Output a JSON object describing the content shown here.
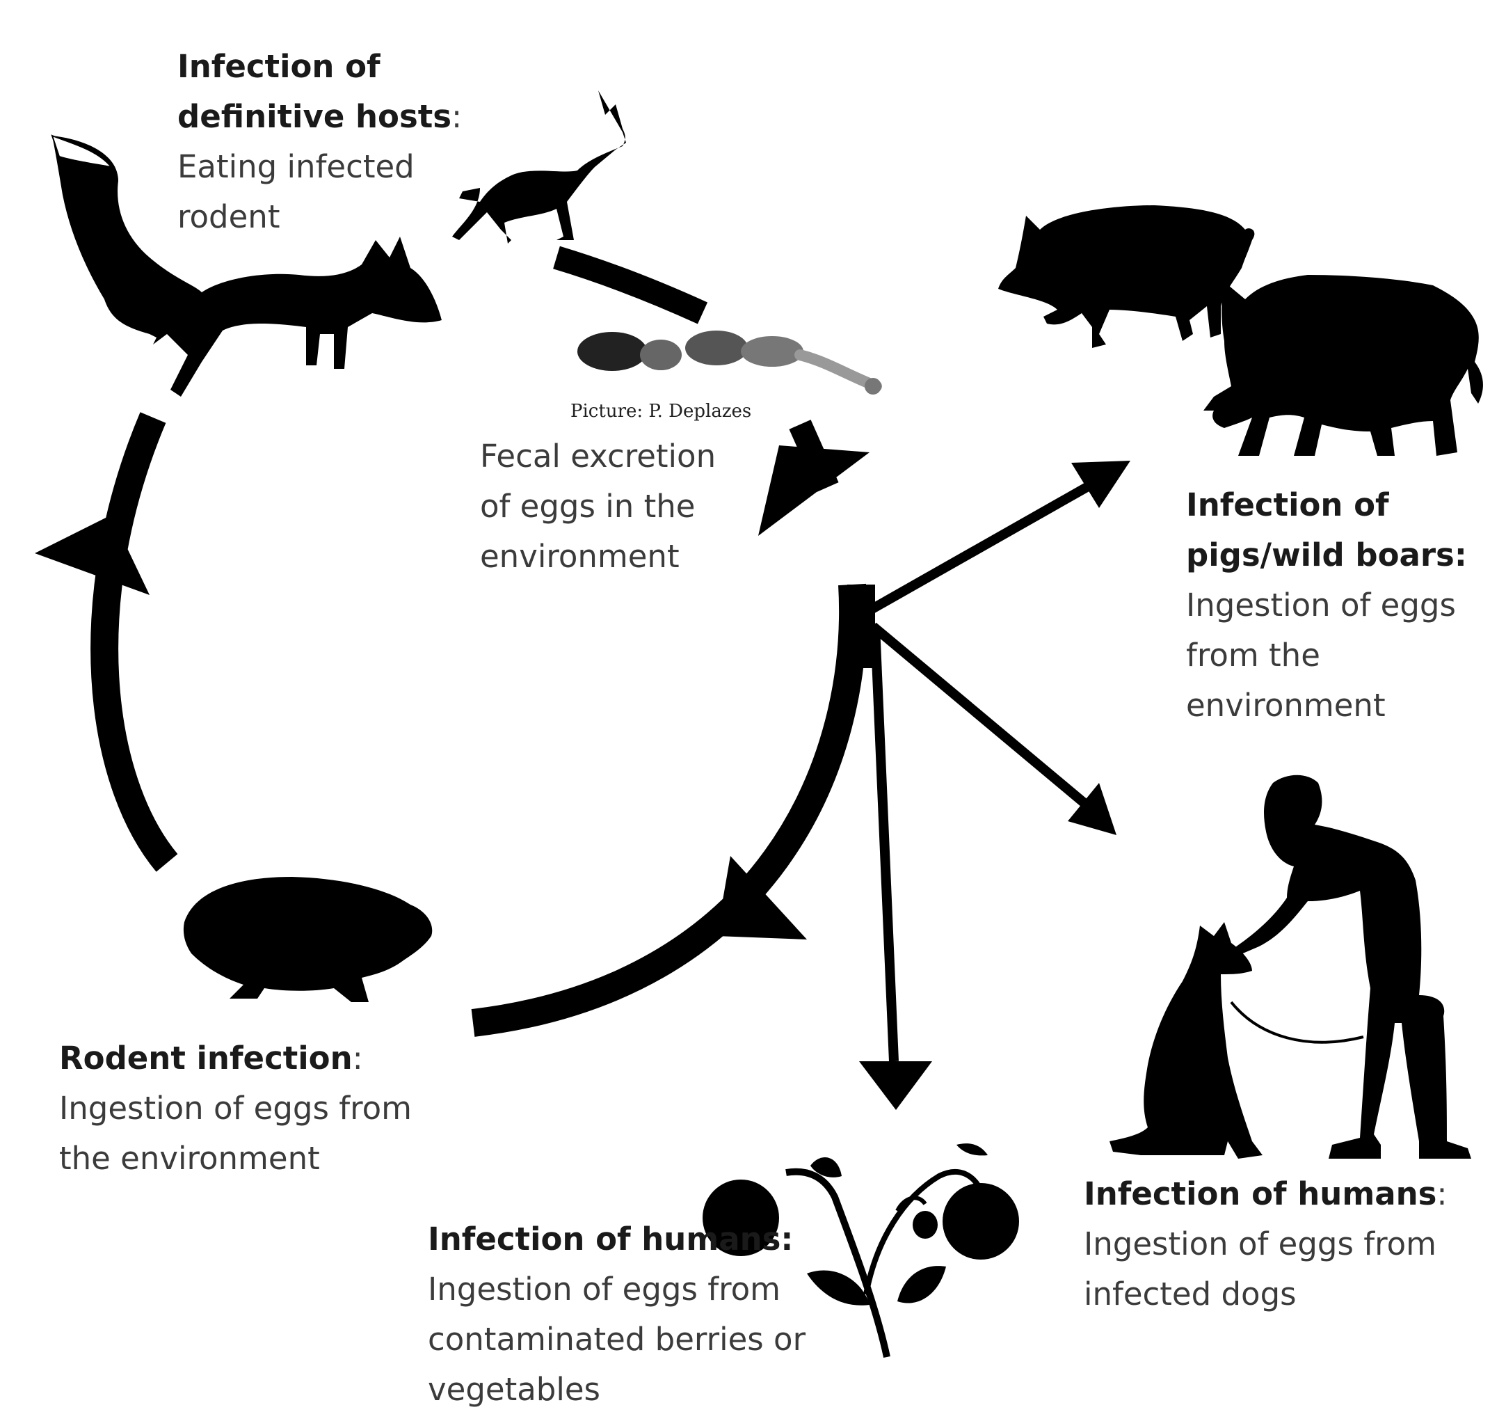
{
  "labels": {
    "definitive_hosts": {
      "title": "Infection of definitive hosts",
      "colon": ":",
      "text": "Eating infected rodent"
    },
    "fecal_excretion": {
      "text": "Fecal excretion of  eggs in the environment"
    },
    "picture_credit": "Picture: P. Deplazes",
    "pigs": {
      "title": "Infection of pigs/wild boars:",
      "text": "Ingestion of eggs from the environment"
    },
    "rodent": {
      "title": "Rodent infection",
      "colon": ":",
      "text": "Ingestion of eggs from the environment"
    },
    "humans_berries": {
      "title": "Infection of humans:",
      "text": "Ingestion of eggs from contaminated berries or vegetables"
    },
    "humans_dogs": {
      "title": "Infection of humans",
      "colon": ":",
      "text": "Ingestion of eggs from infected dogs"
    }
  },
  "colors": {
    "ink": "#000000",
    "text": "#3b3b3b",
    "title": "#1a1a1a"
  },
  "icons": [
    "fox-icon",
    "dog-icon",
    "tapeworm-icon",
    "pig-icon",
    "wild-boar-icon",
    "rodent-icon",
    "human-with-dog-icon",
    "strawberry-plant-icon"
  ]
}
